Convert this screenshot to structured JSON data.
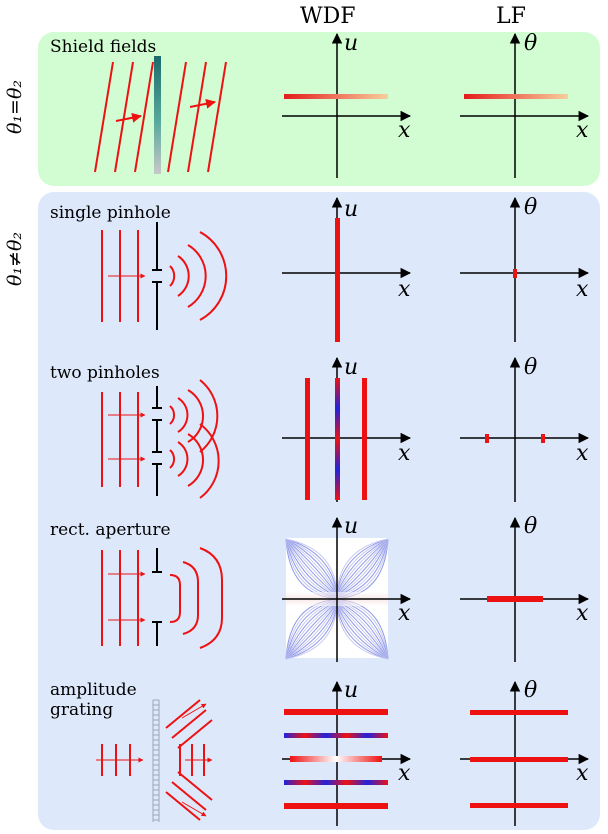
{
  "columns": {
    "wdf": "WDF",
    "lf": "LF"
  },
  "side_labels": {
    "equal": "θ₁=θ₂",
    "unequal": "θ₁≠θ₂"
  },
  "rows": [
    {
      "id": "shield",
      "label": "Shield fields"
    },
    {
      "id": "single",
      "label": "single pinhole"
    },
    {
      "id": "two",
      "label": "two pinholes"
    },
    {
      "id": "rect",
      "label": "rect. aperture"
    },
    {
      "id": "grating",
      "label": "amplitude\ngrating"
    }
  ],
  "axes": {
    "x": "x",
    "u": "u",
    "theta": "θ"
  },
  "colors": {
    "red": "#ee1111",
    "blue": "#2222dd",
    "peach": "#f5c89a",
    "green_bg": "#d2fcd2",
    "blue_bg": "#dde8fb"
  }
}
